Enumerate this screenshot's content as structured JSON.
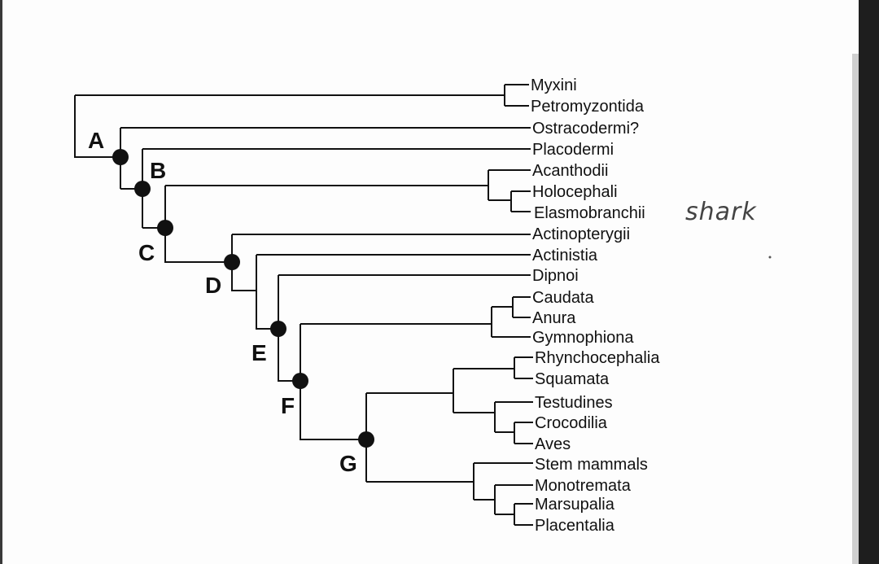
{
  "taxa": [
    "Myxini",
    "Petromyzontida",
    "Ostracodermi?",
    "Placodermi",
    "Acanthodii",
    "Holocephali",
    "Elasmobranchii",
    "Actinopterygii",
    "Actinistia",
    "Dipnoi",
    "Caudata",
    "Anura",
    "Gymnophiona",
    "Rhynchocephalia",
    "Squamata",
    "Testudines",
    "Crocodilia",
    "Aves",
    "Stem mammals",
    "Monotremata",
    "Marsupalia",
    "Placentalia"
  ],
  "nodes": [
    "A",
    "B",
    "C",
    "D",
    "E",
    "F",
    "G"
  ],
  "annotation": "shark",
  "colors": {
    "ink": "#111111",
    "paper": "#fdfdfd",
    "pencil": "#444444"
  }
}
